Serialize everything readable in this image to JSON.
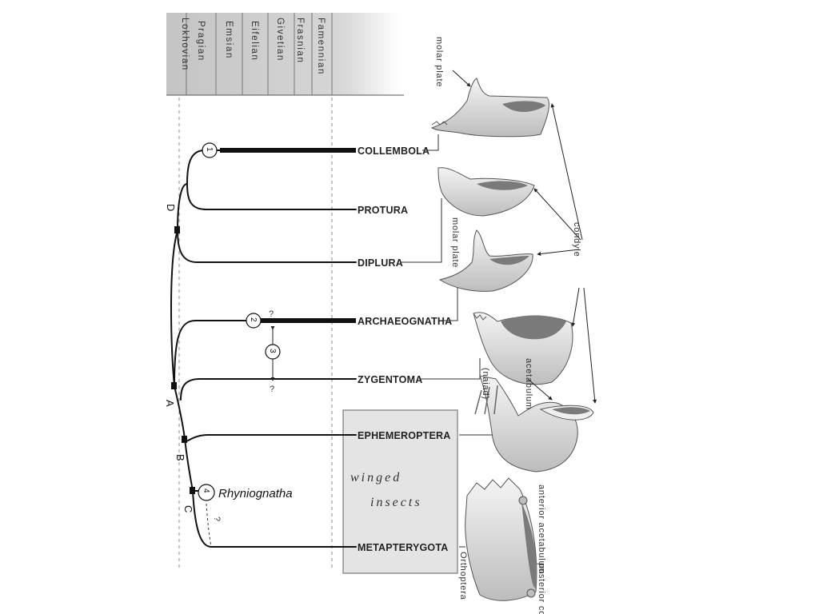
{
  "stages": [
    "Lokhovian",
    "Pragian",
    "Emsian",
    "Eifelian",
    "Givetian",
    "Frasnian",
    "Famennian"
  ],
  "taxa": [
    "COLLEMBOLA",
    "PROTURA",
    "DIPLURA",
    "ARCHAEOGNATHA",
    "ZYGENTOMA",
    "EPHEMEROPTERA",
    "METAPTERYGOTA"
  ],
  "nodes": [
    "D",
    "A",
    "B",
    "C"
  ],
  "markers": [
    "1",
    "2",
    "3",
    "4"
  ],
  "question_mark": "?",
  "rhyniognatha": "Rhyniognatha",
  "winged_box": {
    "line1": "winged",
    "line2": "insects"
  },
  "mandible_labels": {
    "molar_plate_top": "molar plate",
    "molar_plate_mid": "molar plate",
    "condyle": "condyle",
    "acetabulum": "acetabulum",
    "naiad": "(naiad)",
    "anterior_acetabulum": "anterior acetabulum",
    "posterior_condyle": "posterior condyle",
    "orthoptera": "Orthoptera"
  },
  "colors": {
    "header_shade": "#c8c8c8",
    "box_fill": "#e4e4e4",
    "line": "#111111"
  }
}
